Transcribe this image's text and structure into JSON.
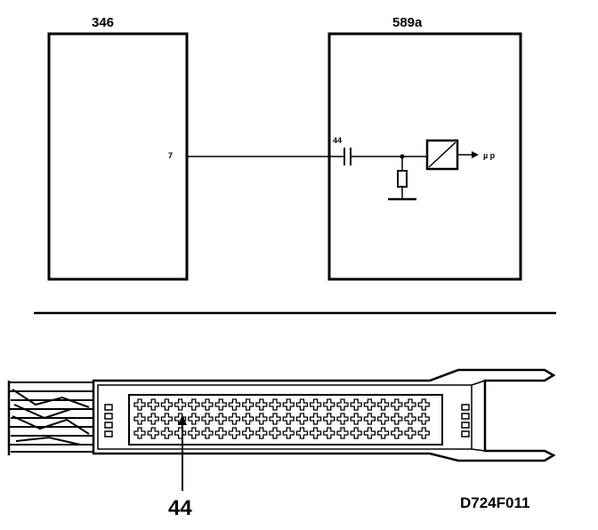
{
  "schematic": {
    "left_unit": {
      "label": "346",
      "pin": "7"
    },
    "right_unit": {
      "label": "589a",
      "pin": "44",
      "output_label": "µ p"
    }
  },
  "connector": {
    "callout_label": "44"
  },
  "figure_code": "D724F011",
  "colors": {
    "line": "#000000",
    "background": "#ffffff"
  }
}
